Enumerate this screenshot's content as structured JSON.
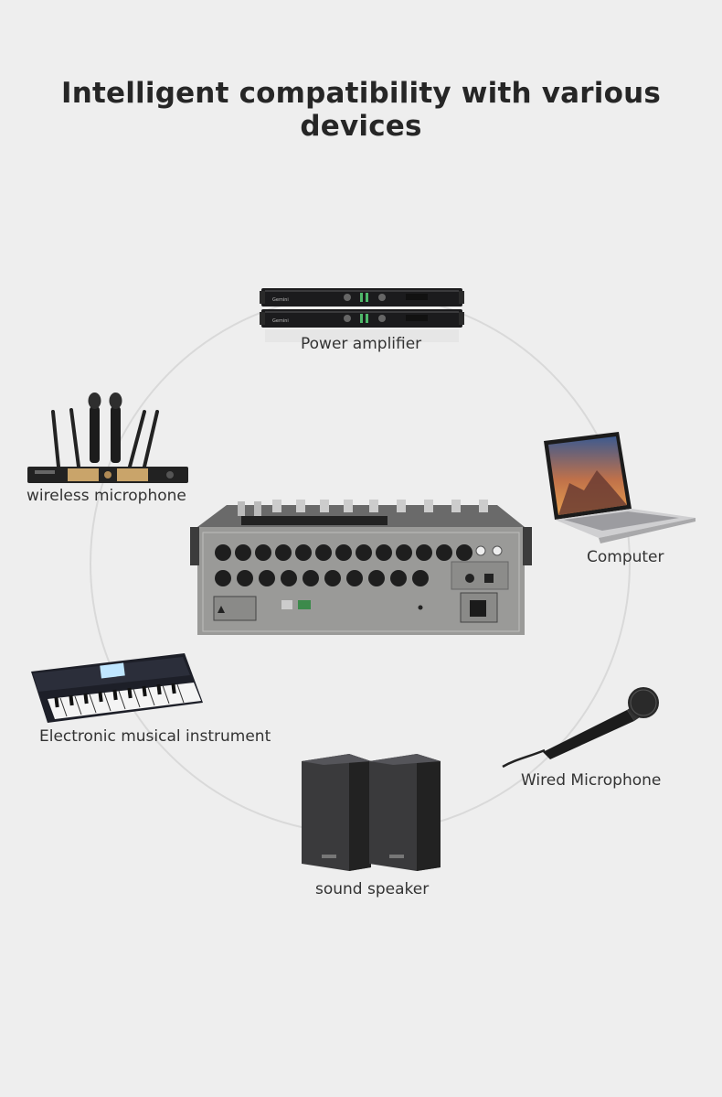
{
  "headline": "Intelligent compatibility with various devices",
  "devices": {
    "power_amplifier": "Power amplifier",
    "wireless_microphone": "wireless microphone",
    "computer": "Computer",
    "electronic_instrument": "Electronic musical instrument",
    "wired_microphone": "Wired Microphone",
    "sound_speaker": "sound speaker"
  },
  "colors": {
    "background": "#eeeeee",
    "ring": "#d9d9d9",
    "mixer_body": "#9a9a98"
  }
}
